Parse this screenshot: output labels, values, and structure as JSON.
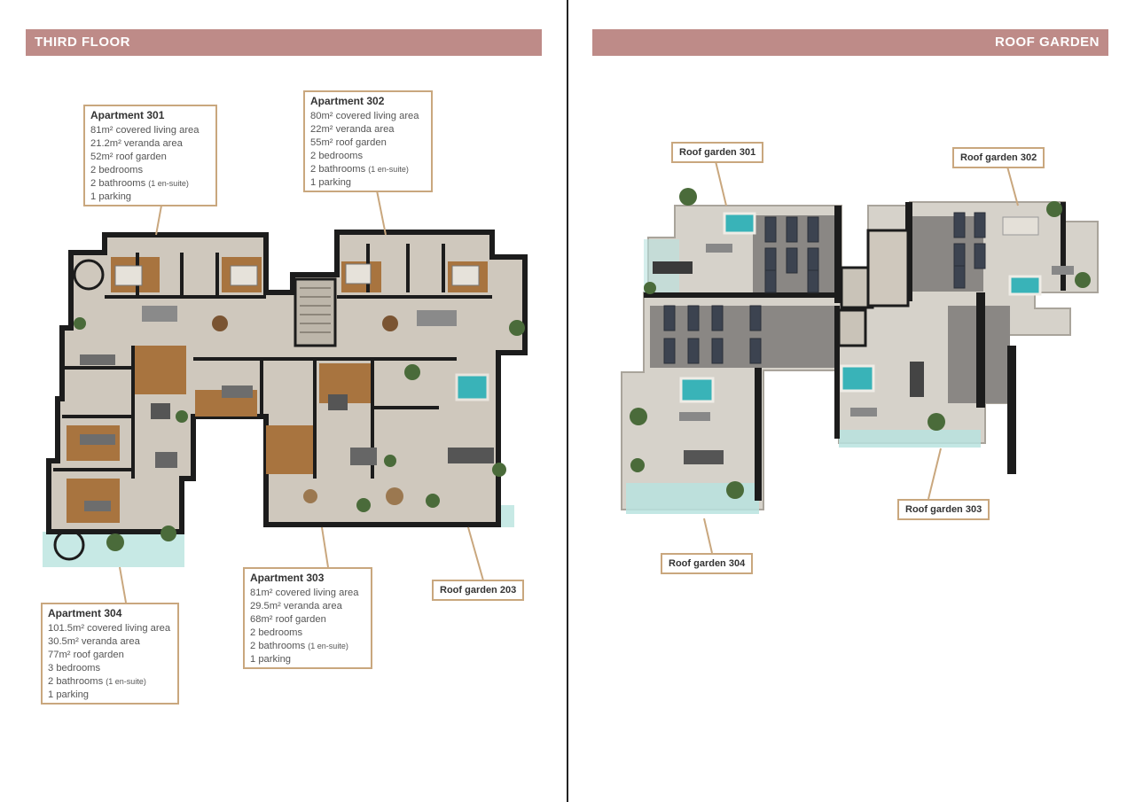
{
  "left_page": {
    "banner": "THIRD FLOOR",
    "apartments": [
      {
        "name": "Apartment 301",
        "lines": [
          "81m² covered living area",
          "21.2m² veranda area",
          "52m² roof garden",
          "2 bedrooms"
        ],
        "bath_main": "2 bathrooms",
        "bath_note": "(1 en-suite)",
        "parking": "1 parking"
      },
      {
        "name": "Apartment 302",
        "lines": [
          "80m² covered living area",
          "22m² veranda area",
          "55m² roof garden",
          "2 bedrooms"
        ],
        "bath_main": "2 bathrooms",
        "bath_note": "(1 en-suite)",
        "parking": "1 parking"
      },
      {
        "name": "Apartment 303",
        "lines": [
          "81m² covered living area",
          "29.5m² veranda area",
          "68m² roof garden",
          "2 bedrooms"
        ],
        "bath_main": "2 bathrooms",
        "bath_note": "(1 en-suite)",
        "parking": "1 parking"
      },
      {
        "name": "Apartment 304",
        "lines": [
          "101.5m² covered living area",
          "30.5m² veranda area",
          "77m² roof garden",
          "3 bedrooms"
        ],
        "bath_main": "2 bathrooms",
        "bath_note": "(1 en-suite)",
        "parking": "1 parking"
      }
    ],
    "tag_203": "Roof garden 203"
  },
  "right_page": {
    "banner": "ROOF GARDEN",
    "tags": [
      "Roof garden 301",
      "Roof garden 302",
      "Roof garden 303",
      "Roof garden 304"
    ]
  },
  "colors": {
    "banner": "#be8b88",
    "card_border": "#c9a77e",
    "wall": "#1c1c1c",
    "floor": "#cfc8bd",
    "wood": "#a8743f",
    "pool": "#39b3b8",
    "gravel": "#8a8784",
    "glass": "#b9e3df"
  }
}
